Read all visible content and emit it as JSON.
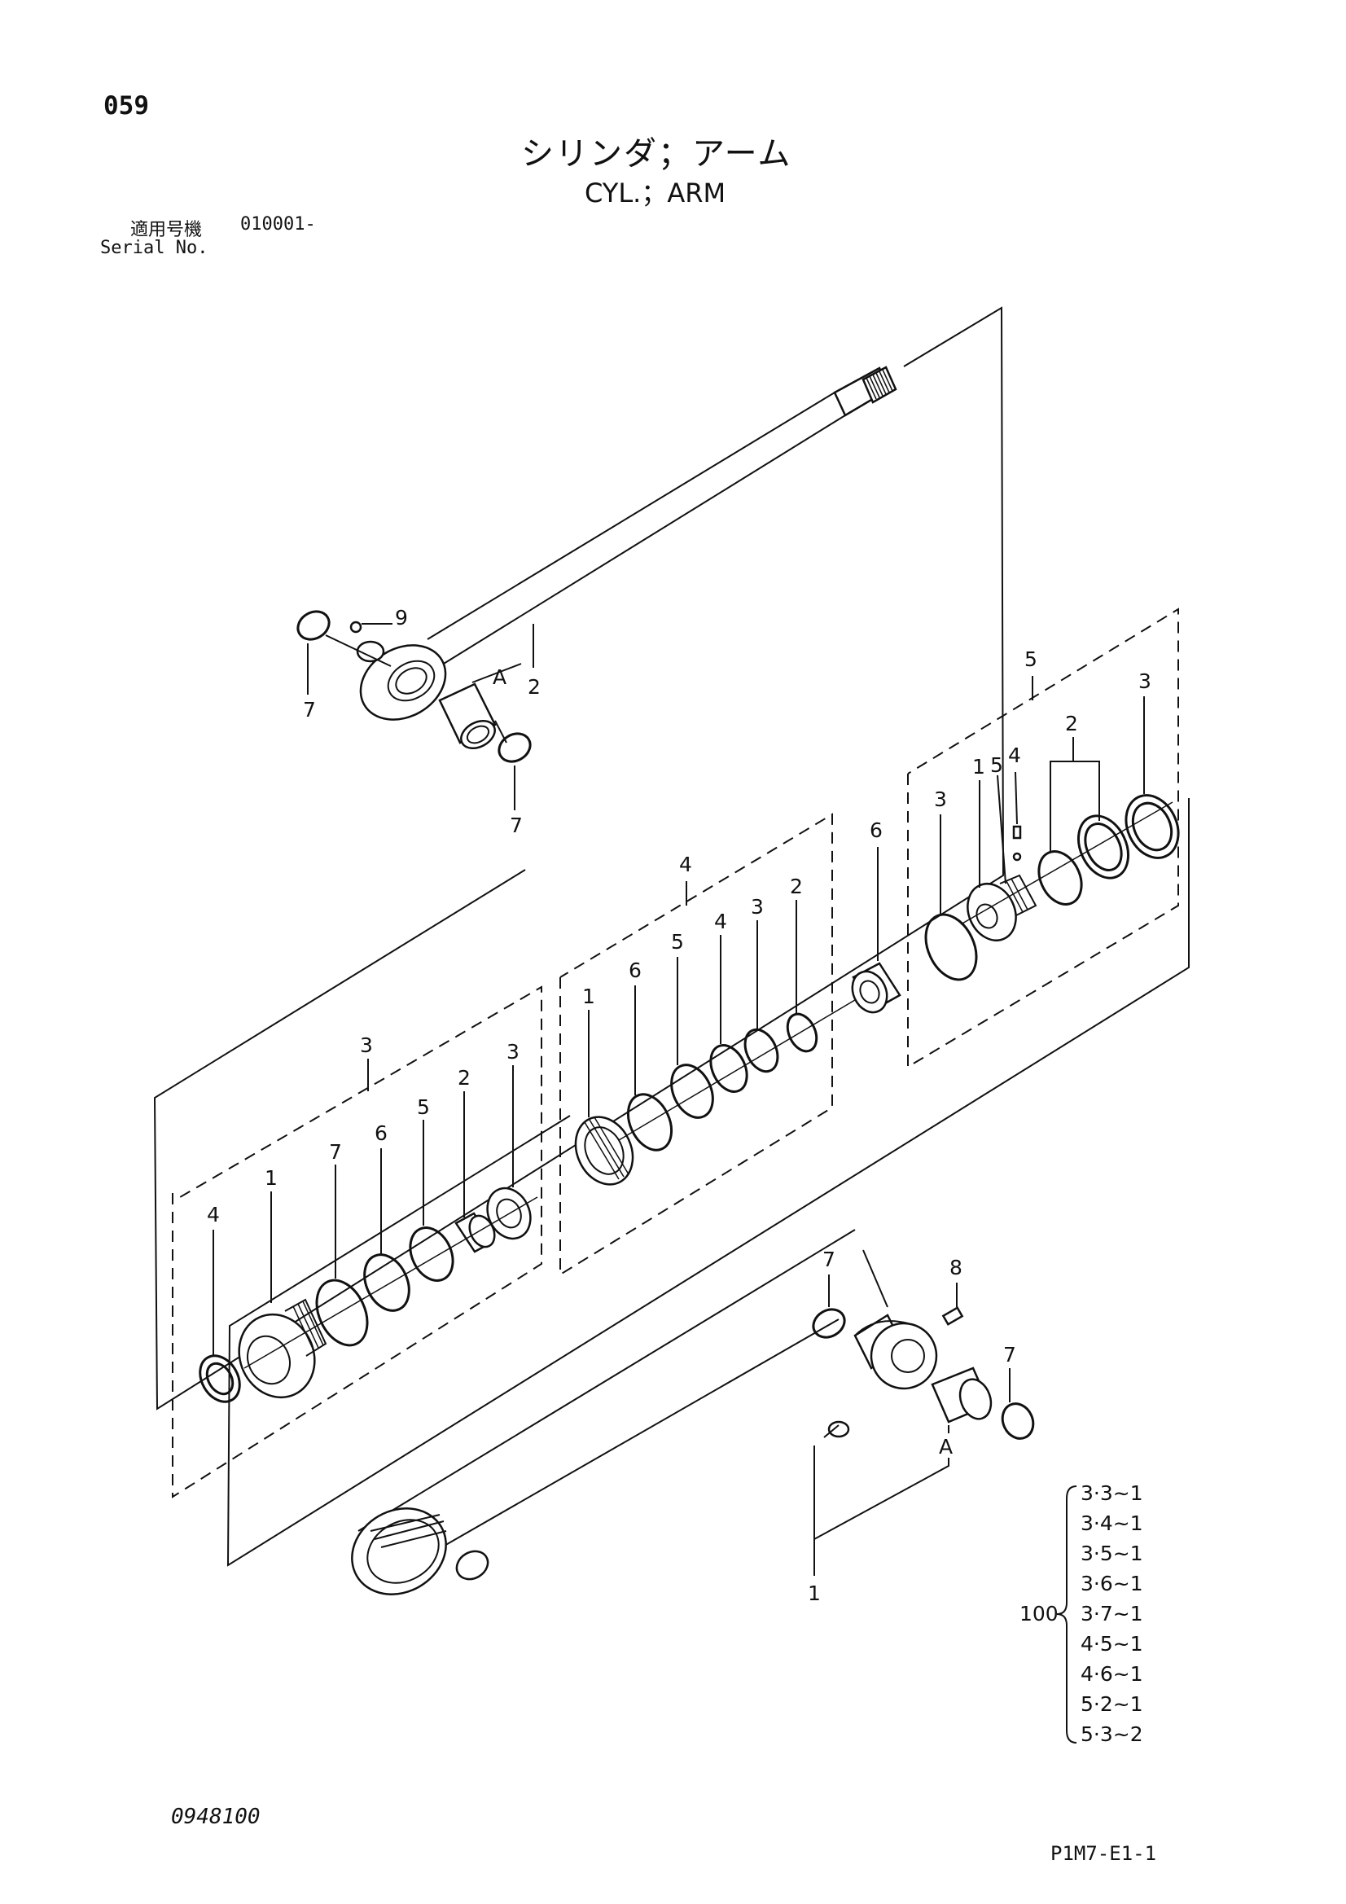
{
  "page": {
    "page_number": "059",
    "title_jp": "シリンダ；アーム",
    "title_en": "CYL.；ARM",
    "serial_label_jp": "適用号機",
    "serial_value": "010001-",
    "serial_label_en": "Serial No.",
    "doc_number": "0948100",
    "plate_id": "P1M7-E1-1"
  },
  "callouts": {
    "rod_group": [
      "9",
      "A",
      "2",
      "7",
      "7"
    ],
    "group_3": [
      "3",
      "4",
      "1",
      "7",
      "6",
      "5",
      "2",
      "3"
    ],
    "group_4": [
      "4",
      "1",
      "6",
      "5",
      "4",
      "3",
      "2"
    ],
    "group_5": [
      "6",
      "5",
      "3",
      "1",
      "5",
      "4",
      "2",
      "3"
    ],
    "tube_group": [
      "7",
      "8",
      "7",
      "A",
      "1"
    ]
  },
  "kit": {
    "number": "100",
    "items": [
      "3·3~1",
      "3·4~1",
      "3·5~1",
      "3·6~1",
      "3·7~1",
      "4·5~1",
      "4·6~1",
      "5·2~1",
      "5·3~2"
    ]
  }
}
